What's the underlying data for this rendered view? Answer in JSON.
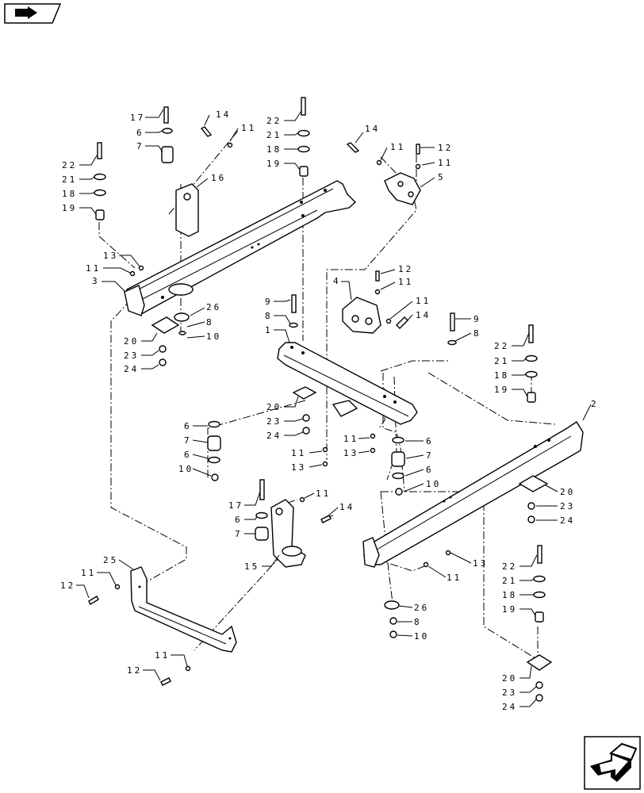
{
  "diagram": {
    "callouts": [
      "1",
      "2",
      "3",
      "4",
      "5",
      "6",
      "7",
      "8",
      "9",
      "10",
      "11",
      "12",
      "13",
      "14",
      "15",
      "16",
      "17",
      "18",
      "19",
      "20",
      "21",
      "22",
      "23",
      "24",
      "25",
      "26"
    ]
  },
  "navigation": {
    "prev_icon": "page-back-arrow-icon",
    "next_icon": "page-forward-arrow-icon"
  }
}
